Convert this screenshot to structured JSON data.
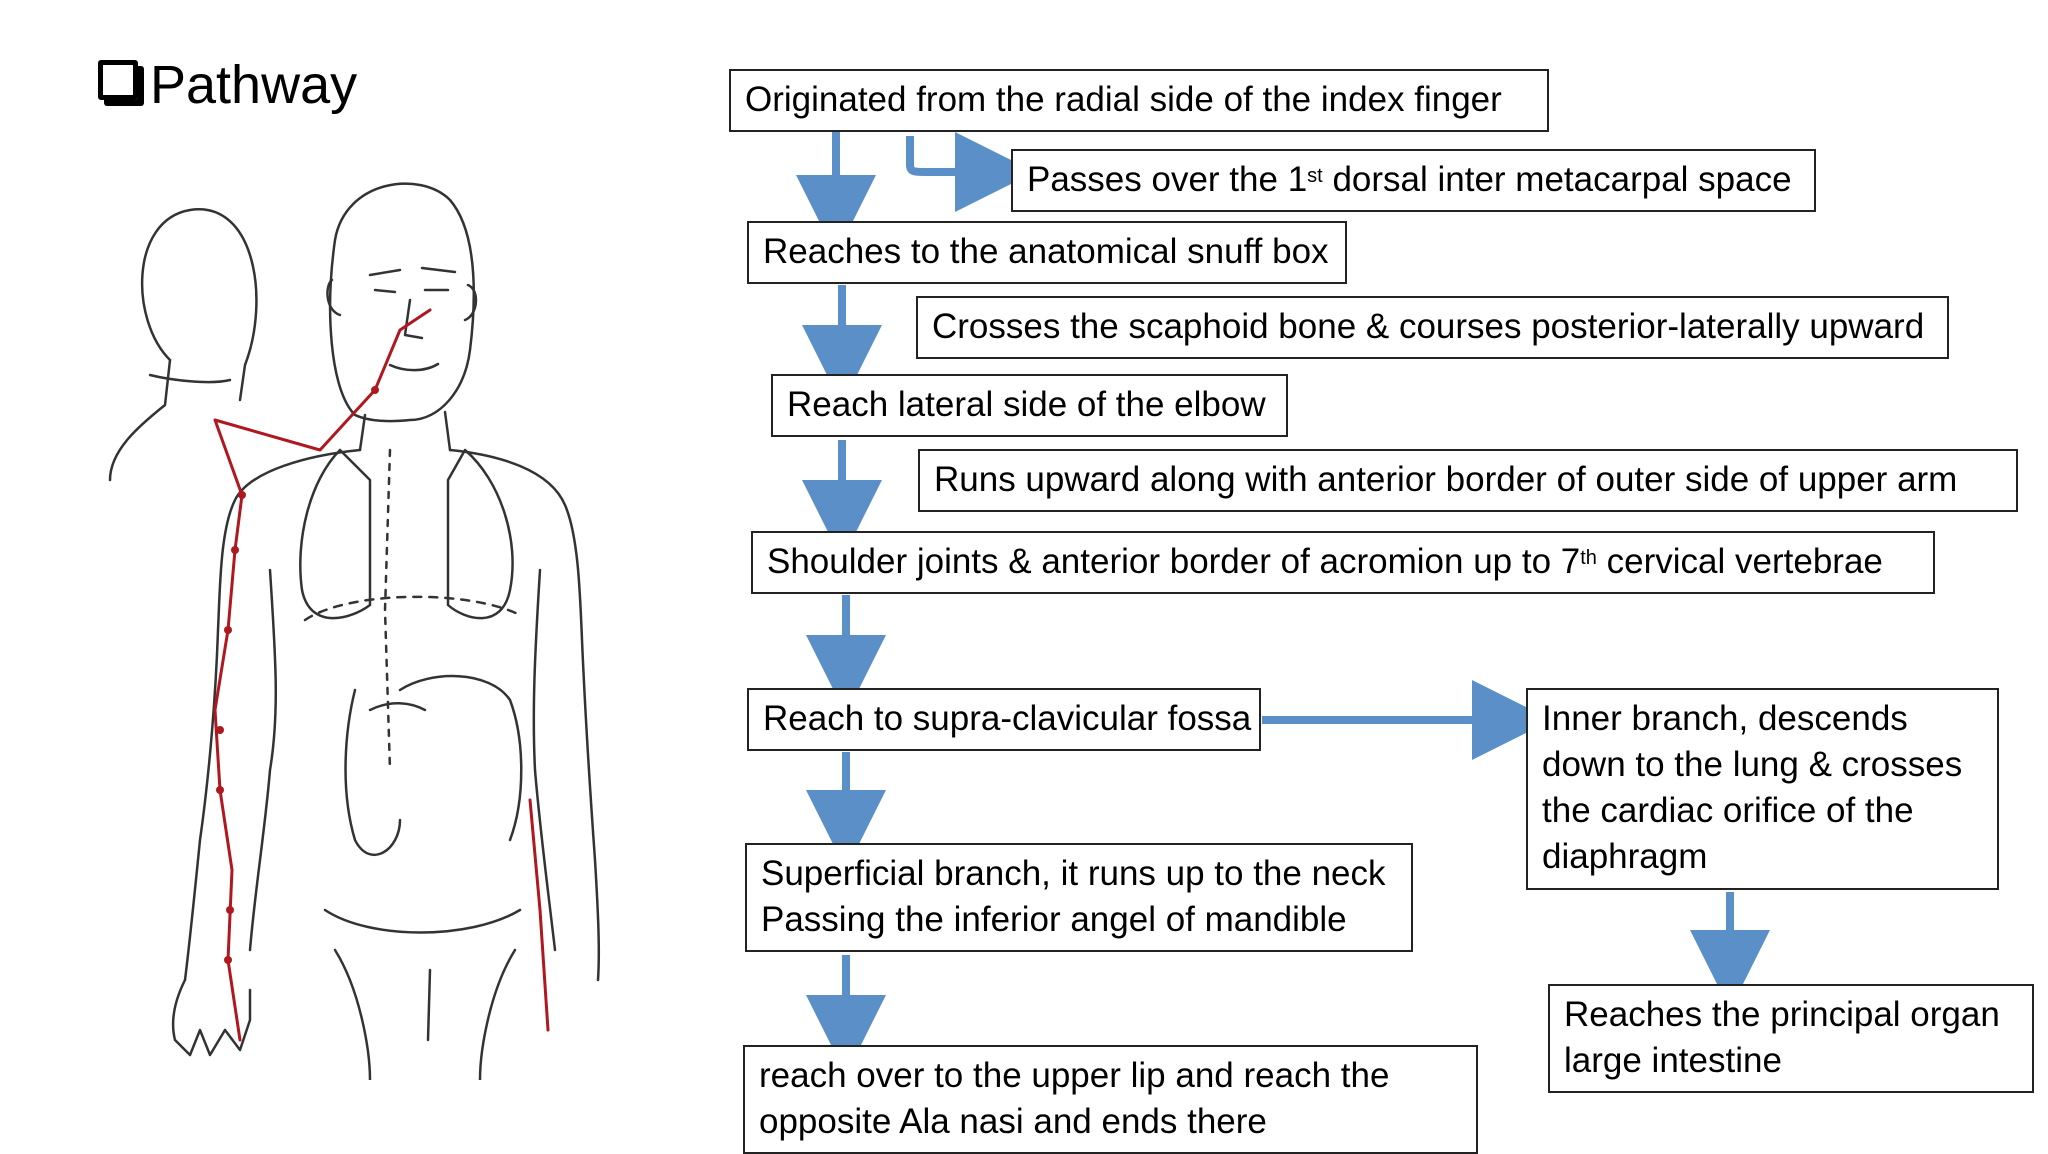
{
  "heading": "Pathway",
  "colors": {
    "arrow": "#5b8fc7",
    "meridian": "#b01820",
    "outline": "#222222"
  },
  "steps": {
    "origin": "Originated from the radial side of the index finger",
    "passes_pre": "Passes over the 1",
    "passes_sup": "st",
    "passes_post": " dorsal inter metacarpal space",
    "snuffbox": "Reaches to the anatomical snuff box",
    "scaphoid": "Crosses the scaphoid bone & courses posterior-laterally upward",
    "elbow": "Reach lateral side of the elbow",
    "upper_arm": "Runs upward  along with anterior border of outer side of upper arm",
    "shoulder_pre": "Shoulder joints & anterior border of acromion up to 7",
    "shoulder_sup": "th",
    "shoulder_post": " cervical vertebrae",
    "supraclav": "Reach to supra-clavicular fossa",
    "superficial_1": "Superficial branch, it runs up to the neck",
    "superficial_2": "Passing the inferior angel of mandible",
    "upper_lip_1": "reach over to the upper lip and reach the",
    "upper_lip_2": "opposite Ala nasi and ends there",
    "inner_1": "Inner branch, descends",
    "inner_2": "down to the lung & crosses",
    "inner_3": "the cardiac orifice of the",
    "inner_4": "diaphragm",
    "principal_1": "Reaches the principal organ",
    "principal_2": "large intestine"
  }
}
